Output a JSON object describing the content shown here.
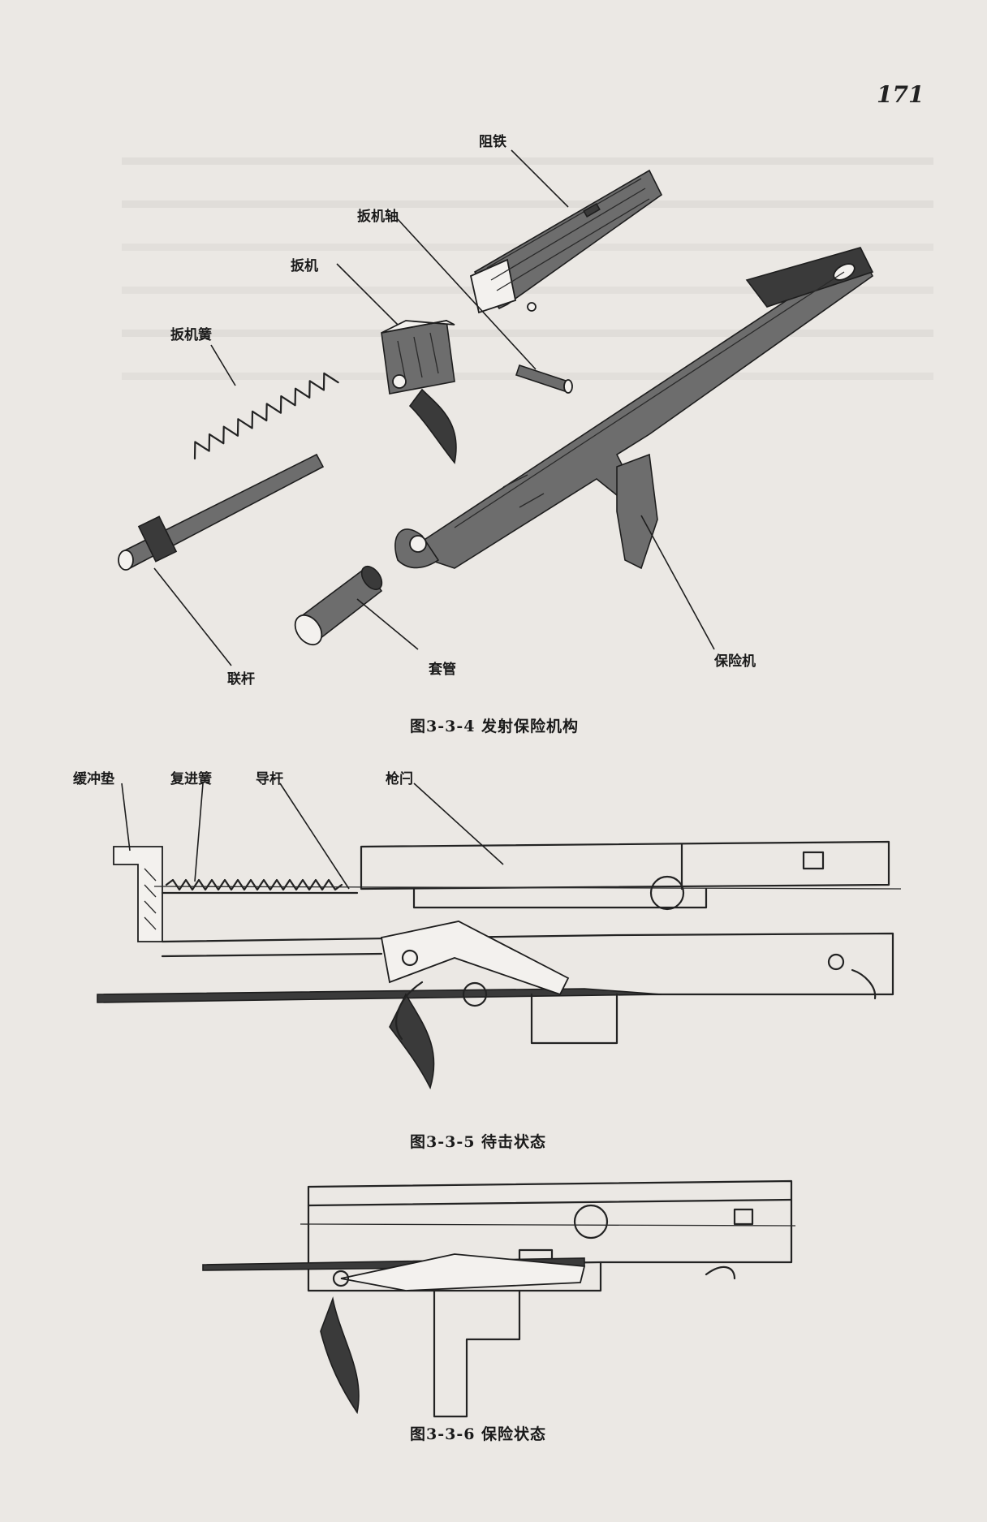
{
  "page_number": "171",
  "figures": [
    {
      "id": "fig-3-3-4",
      "caption": "图3-3-4   发射保险机构",
      "labels": {
        "zutie": "阻铁",
        "banjizhou": "扳机轴",
        "banji": "扳机",
        "banjihuang": "扳机簧",
        "liangan": "联杆",
        "taoguan": "套管",
        "baoxianji": "保险机"
      }
    },
    {
      "id": "fig-3-3-5",
      "caption": "图3-3-5   待击状态",
      "labels": {
        "huanchongdian": "缓冲垫",
        "fujinhuang": "复进簧",
        "daogan": "导杆",
        "qiangshuan": "枪闩"
      }
    },
    {
      "id": "fig-3-3-6",
      "caption": "图3-3-6   保险状态"
    }
  ]
}
